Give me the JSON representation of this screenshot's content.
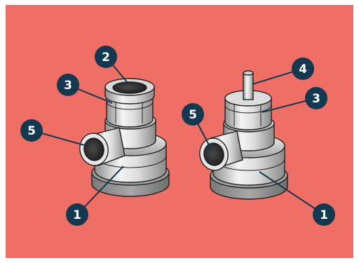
{
  "colors": {
    "background": "#ef6f66",
    "badge_fill": "#13384f",
    "badge_text": "#ffffff",
    "leader_line": "#13384f",
    "body_light": "#f3f3f3",
    "body_dark": "#9a9a9a",
    "base_ring": "#8c8c8c",
    "bore": "#333333",
    "outline": "#222222"
  },
  "left_fitting": {
    "callouts": [
      {
        "label": "2",
        "target": "top-port-opening"
      },
      {
        "label": "3",
        "target": "hex-collar"
      },
      {
        "label": "5",
        "target": "side-port-opening"
      },
      {
        "label": "1",
        "target": "main-body"
      }
    ]
  },
  "right_fitting": {
    "callouts": [
      {
        "label": "4",
        "target": "stem"
      },
      {
        "label": "3",
        "target": "hex-collar"
      },
      {
        "label": "5",
        "target": "side-port-opening"
      },
      {
        "label": "1",
        "target": "main-body"
      }
    ]
  }
}
